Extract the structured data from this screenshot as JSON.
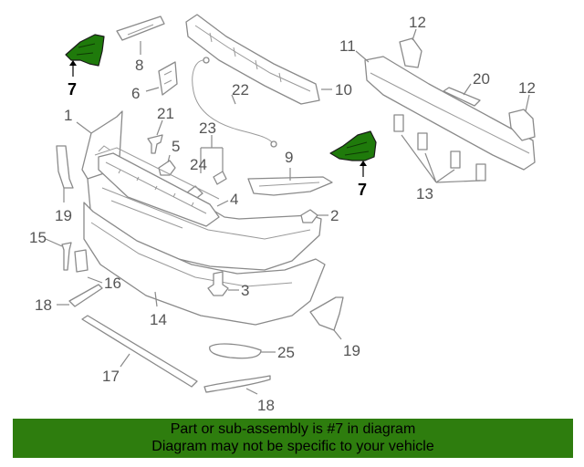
{
  "callouts": {
    "c1": "1",
    "c2": "2",
    "c3": "3",
    "c4": "4",
    "c5": "5",
    "c6": "6",
    "c7a": "7",
    "c7b": "7",
    "c8": "8",
    "c9": "9",
    "c10": "10",
    "c11": "11",
    "c12a": "12",
    "c12b": "12",
    "c13": "13",
    "c14": "14",
    "c15": "15",
    "c16": "16",
    "c17": "17",
    "c18a": "18",
    "c18b": "18",
    "c19a": "19",
    "c19b": "19",
    "c20": "20",
    "c21": "21",
    "c22": "22",
    "c23": "23",
    "c24": "24",
    "c25": "25"
  },
  "highlight_color": "#1f7a0b",
  "banner": {
    "line1": "Part or sub-assembly is #7 in diagram",
    "line2": "Diagram may not be specific to your vehicle",
    "color": "#2e7d0e"
  }
}
